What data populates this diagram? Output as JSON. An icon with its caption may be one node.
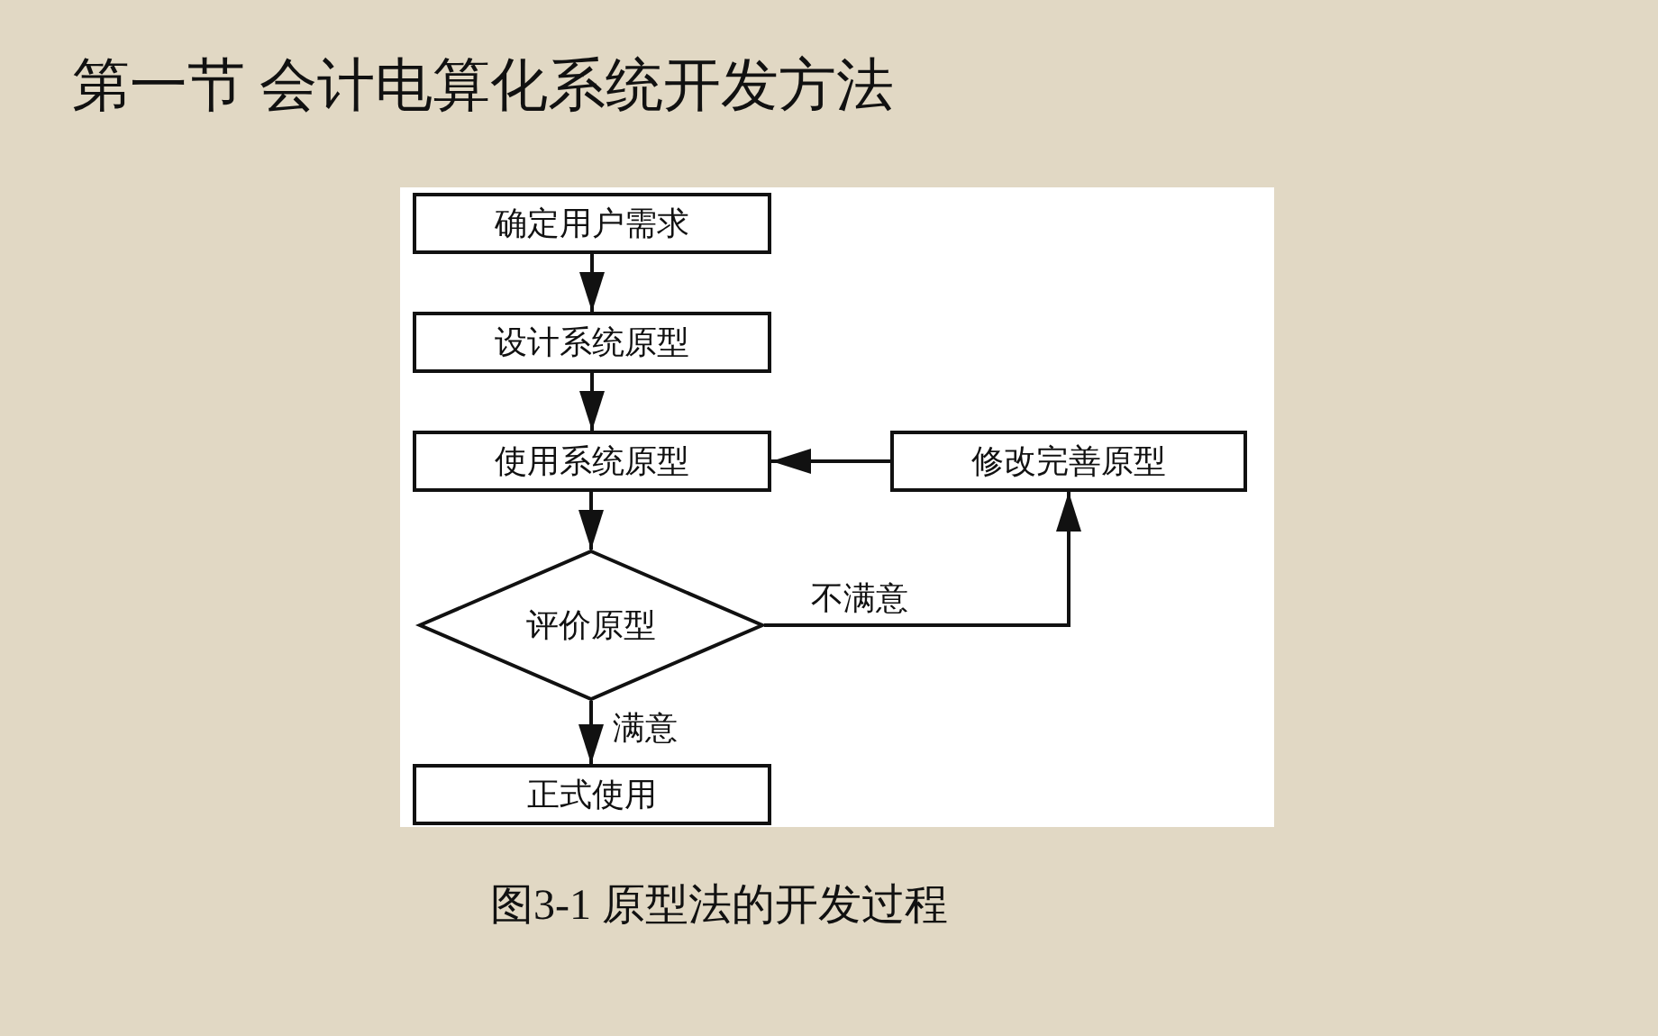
{
  "diagram": {
    "title": "第一节 会计电算化系统开发方法",
    "caption": "图3-1 原型法的开发过程",
    "nodes": [
      {
        "text": [
          "确定用户需求"
        ]
      },
      {
        "text": [
          "设计系统原型"
        ]
      },
      {
        "text": [
          "使用系统原型"
        ]
      },
      {
        "text": [
          "修改完善原型"
        ]
      },
      {
        "text": [
          "评价原型"
        ]
      },
      {
        "text": [
          "正式使用"
        ]
      }
    ],
    "edges": [
      {
        "from": 0,
        "to": 1,
        "arrow": "to"
      },
      {
        "from": 1,
        "to": 2,
        "arrow": "to"
      },
      {
        "from": 3,
        "to": 2,
        "arrow": "to"
      },
      {
        "from": 2,
        "to": 4,
        "arrow": "to"
      },
      {
        "from": 4,
        "to": 3,
        "arrow": "to",
        "label": "不满意"
      },
      {
        "from": 4,
        "to": 5,
        "arrow": "to",
        "label": "满意"
      }
    ]
  }
}
